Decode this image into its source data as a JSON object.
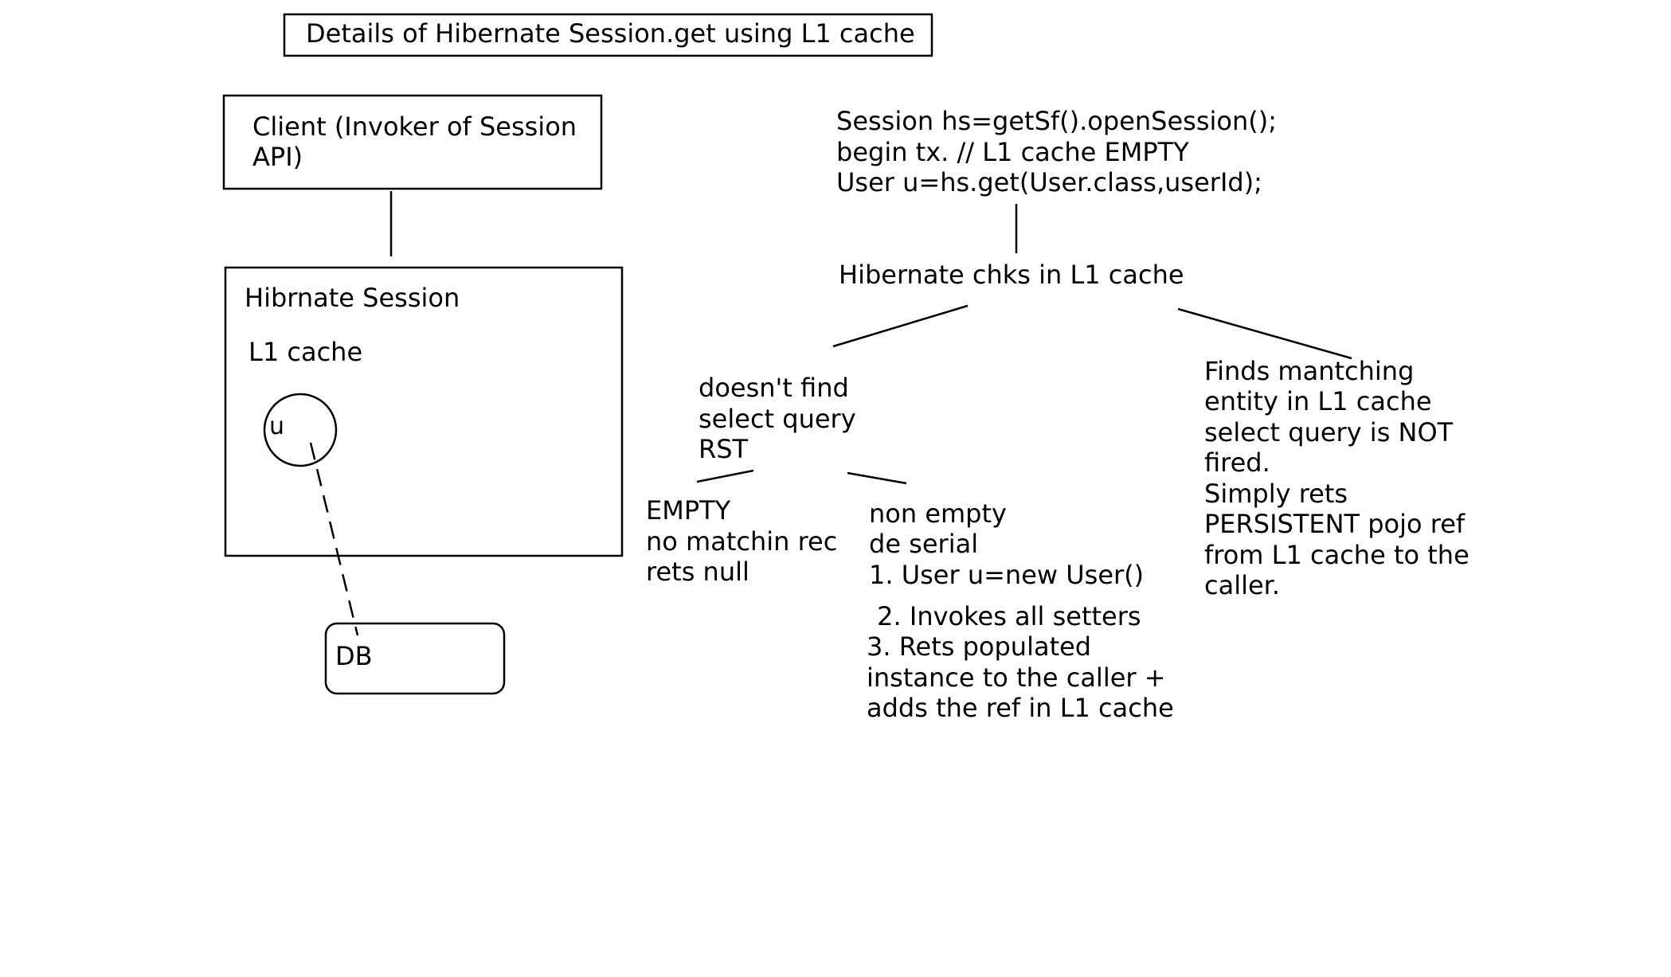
{
  "title": "Details of Hibernate Session.get using L1 cache",
  "client_box": {
    "lines": [
      "Client (Invoker of Session",
      "API)"
    ]
  },
  "session_box": {
    "title": "Hibrnate Session",
    "cache_label": "L1 cache",
    "entity_label": "u"
  },
  "db_box": {
    "label": "DB"
  },
  "code_block": {
    "lines": [
      "Session hs=getSf().openSession();",
      "begin tx. // L1 cache EMPTY",
      "User u=hs.get(User.class,userId);"
    ]
  },
  "check_label": "Hibernate chks in L1 cache",
  "not_found": {
    "lines": [
      "doesn't find",
      "select query",
      "RST"
    ]
  },
  "empty_branch": {
    "lines": [
      "EMPTY",
      "no matchin rec",
      "rets null"
    ]
  },
  "nonempty_branch": {
    "lines": [
      "non empty",
      "de serial",
      "1. User u=new User()",
      " 2. Invokes all setters",
      "3. Rets populated",
      "instance to the caller +",
      "adds the ref in L1 cache"
    ]
  },
  "found_branch": {
    "lines": [
      "Finds mantching",
      "entity in L1 cache",
      "select query is NOT",
      "fired.",
      "Simply rets",
      "PERSISTENT pojo ref",
      "from L1 cache to the",
      "caller."
    ]
  }
}
